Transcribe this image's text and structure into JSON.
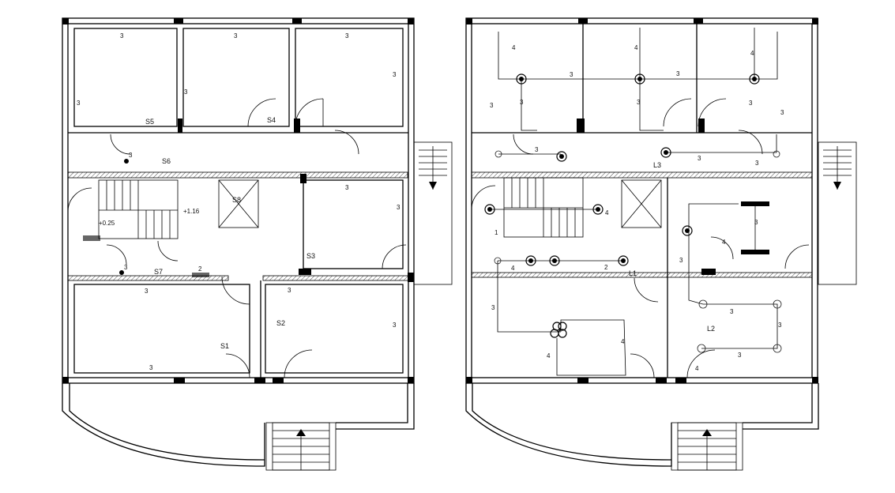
{
  "left_plan": {
    "switch_labels": [
      "S1",
      "S2",
      "S3",
      "S4",
      "S5",
      "S6",
      "S7",
      "S8"
    ],
    "levels": [
      "+0.25",
      "+1.16"
    ],
    "circuit_numbers": [
      "3",
      "3",
      "3",
      "3",
      "3",
      "3",
      "3",
      "3",
      "3",
      "3",
      "3",
      "3",
      "3",
      "3",
      "2"
    ]
  },
  "right_plan": {
    "load_labels": [
      "L1",
      "L2",
      "L3"
    ],
    "circuit_numbers": [
      "4",
      "4",
      "4",
      "3",
      "3",
      "3",
      "3",
      "3",
      "3",
      "3",
      "3",
      "3",
      "3",
      "3",
      "4",
      "4",
      "4",
      "4",
      "4",
      "4",
      "3",
      "3",
      "3",
      "3",
      "3",
      "1",
      "2"
    ]
  }
}
